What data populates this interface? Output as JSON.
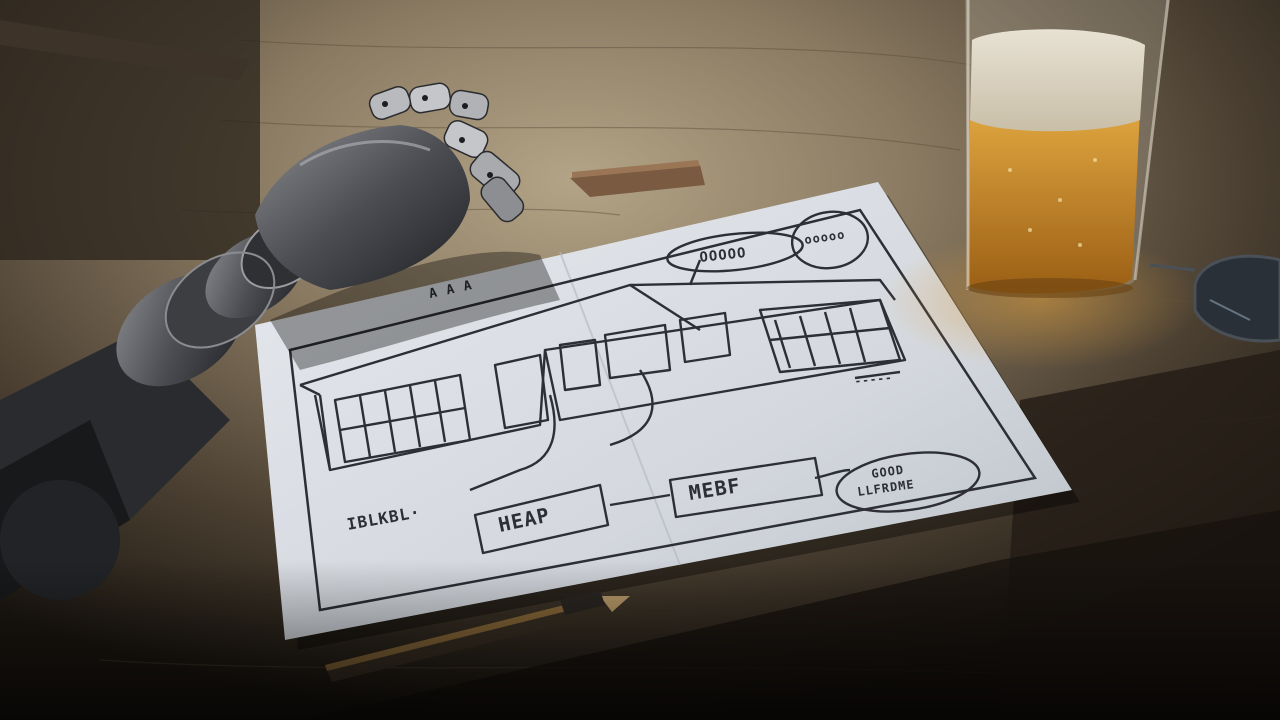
{
  "scene": {
    "description_label": "",
    "palette": {
      "table_light": "#a89880",
      "table_dark": "#2a231b",
      "paper": "#d9dde2",
      "ink": "#2e2f36",
      "beer": "#c98a2a",
      "foam": "#d9d2c2",
      "robot_metal": "#4a4c50"
    },
    "sketch_labels": {
      "top_bubble_left": "OOOOO",
      "top_bubble_right": "ooooo",
      "top_left_note": "A A A",
      "side_note": "-----",
      "bottom_left_note": "IBLKBL·",
      "box_left": "HEAP",
      "box_right": "MEBF",
      "bubble_bottom_1": "GOOD",
      "bubble_bottom_2": "LLFRDME"
    },
    "icons": [
      "robot-hand-icon",
      "beer-glass-icon",
      "pencil-icon",
      "eyeglasses-icon"
    ]
  }
}
